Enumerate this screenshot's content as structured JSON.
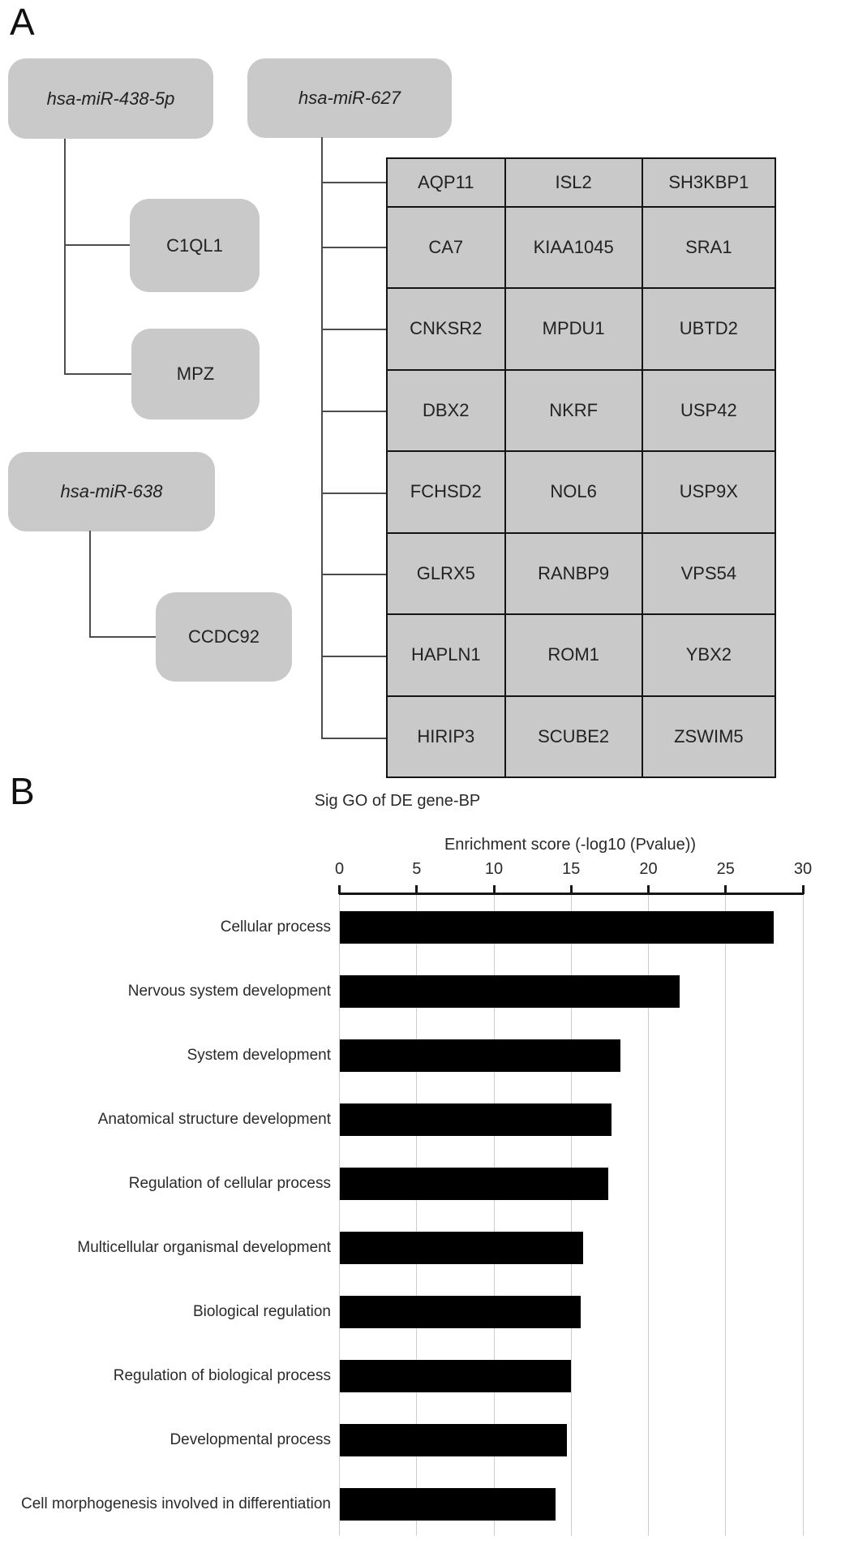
{
  "panel_a": {
    "label": "A",
    "mir_nodes": {
      "mir438": "hsa-miR-438-5p",
      "mir627": "hsa-miR-627",
      "mir638": "hsa-miR-638"
    },
    "gene_nodes": {
      "c1ql1": "C1QL1",
      "mpz": "MPZ",
      "ccdc92": "CCDC92"
    },
    "gene_table_rows": [
      [
        "AQP11",
        "ISL2",
        "SH3KBP1"
      ],
      [
        "CA7",
        "KIAA1045",
        "SRA1"
      ],
      [
        "CNKSR2",
        "MPDU1",
        "UBTD2"
      ],
      [
        "DBX2",
        "NKRF",
        "USP42"
      ],
      [
        "FCHSD2",
        "NOL6",
        "USP9X"
      ],
      [
        "GLRX5",
        "RANBP9",
        "VPS54"
      ],
      [
        "HAPLN1",
        "ROM1",
        "YBX2"
      ],
      [
        "HIRIP3",
        "SCUBE2",
        "ZSWIM5"
      ]
    ]
  },
  "panel_b": {
    "label": "B"
  },
  "chart_data": {
    "type": "bar",
    "orientation": "horizontal",
    "title": "Sig GO of DE gene-BP",
    "xlabel": "Enrichment score (-log10 (Pvalue))",
    "ylabel": "",
    "categories": [
      "Cellular process",
      "Nervous system development",
      "System development",
      "Anatomical structure development",
      "Regulation of cellular process",
      "Multicellular organismal development",
      "Biological regulation",
      "Regulation of biological process",
      "Developmental process",
      "Cell morphogenesis involved in differentiation"
    ],
    "values": [
      28.1,
      22.0,
      18.2,
      17.6,
      17.4,
      15.8,
      15.6,
      15.0,
      14.7,
      14.0
    ],
    "xlim": [
      0,
      30
    ],
    "xticks": [
      0,
      5,
      10,
      15,
      20,
      25,
      30
    ],
    "grid": true,
    "legend": false,
    "bar_color": "#000000"
  },
  "colors": {
    "node_fill": "#c9c9c9",
    "connector": "#4d4d4d",
    "grid": "#cccccc",
    "bar": "#000000"
  }
}
